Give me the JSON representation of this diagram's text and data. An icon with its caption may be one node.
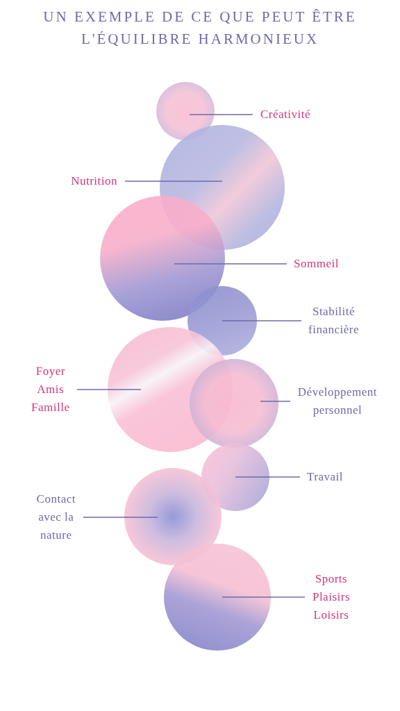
{
  "diagram": {
    "title": "UN EXEMPLE DE CE QUE PEUT ÊTRE L'ÉQUILIBRE HARMONIEUX",
    "nodes": [
      {
        "text": [
          "Créativité"
        ]
      },
      {
        "text": [],
        "shape": "circle"
      },
      {
        "text": [
          "Nutrition"
        ]
      },
      {
        "text": [],
        "shape": "circle"
      },
      {
        "text": [
          "Sommeil"
        ]
      },
      {
        "text": [],
        "shape": "circle"
      },
      {
        "text": [
          "Stabilité financière"
        ]
      },
      {
        "text": [],
        "shape": "circle"
      },
      {
        "text": [
          "Foyer Amis Famille"
        ]
      },
      {
        "text": [],
        "shape": "circle"
      },
      {
        "text": [
          "Développement personnel"
        ]
      },
      {
        "text": [],
        "shape": "circle"
      },
      {
        "text": [
          "Travail"
        ]
      },
      {
        "text": [],
        "shape": "circle"
      },
      {
        "text": [
          "Contact avec la nature"
        ]
      },
      {
        "text": [],
        "shape": "circle"
      },
      {
        "text": [
          "Sports Plaisirs Loisirs"
        ]
      },
      {
        "text": [],
        "shape": "circle"
      }
    ],
    "edges": [
      {
        "from": 0,
        "to": 1,
        "arrow": "none"
      },
      {
        "from": 2,
        "to": 3,
        "arrow": "none"
      },
      {
        "from": 4,
        "to": 5,
        "arrow": "none"
      },
      {
        "from": 6,
        "to": 7,
        "arrow": "none"
      },
      {
        "from": 8,
        "to": 9,
        "arrow": "none"
      },
      {
        "from": 10,
        "to": 11,
        "arrow": "none"
      },
      {
        "from": 12,
        "to": 13,
        "arrow": "none"
      },
      {
        "from": 14,
        "to": 15,
        "arrow": "none"
      },
      {
        "from": 16,
        "to": 17,
        "arrow": "none"
      }
    ]
  }
}
